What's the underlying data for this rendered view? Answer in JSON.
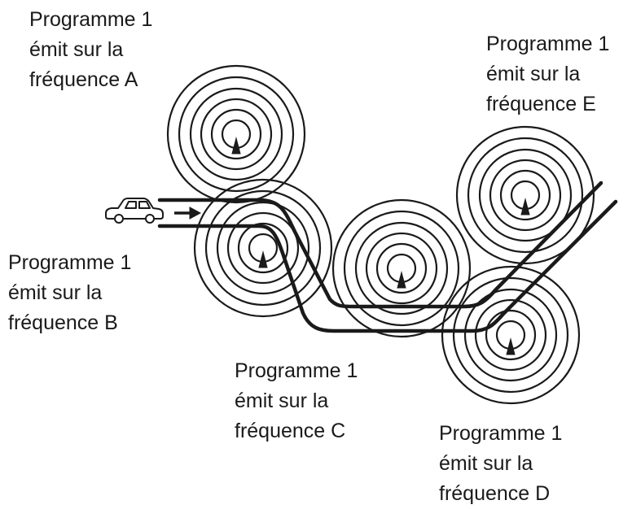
{
  "transmitters": [
    {
      "id": "A",
      "program": "Programme 1",
      "line2": "émit sur la",
      "frequency": "fréquence A"
    },
    {
      "id": "B",
      "program": "Programme 1",
      "line2": "émit sur la",
      "frequency": "fréquence B"
    },
    {
      "id": "C",
      "program": "Programme 1",
      "line2": "émit sur la",
      "frequency": "fréquence C"
    },
    {
      "id": "D",
      "program": "Programme 1",
      "line2": "émit sur la",
      "frequency": "fréquence D"
    },
    {
      "id": "E",
      "program": "Programme 1",
      "line2": "émit sur la",
      "frequency": "fréquence E"
    }
  ],
  "colors": {
    "ink": "#1a1a1a",
    "background": "#ffffff"
  },
  "icons": {
    "vehicle": "car-icon",
    "direction": "arrow-right-icon",
    "transmitter": "antenna-icon"
  }
}
